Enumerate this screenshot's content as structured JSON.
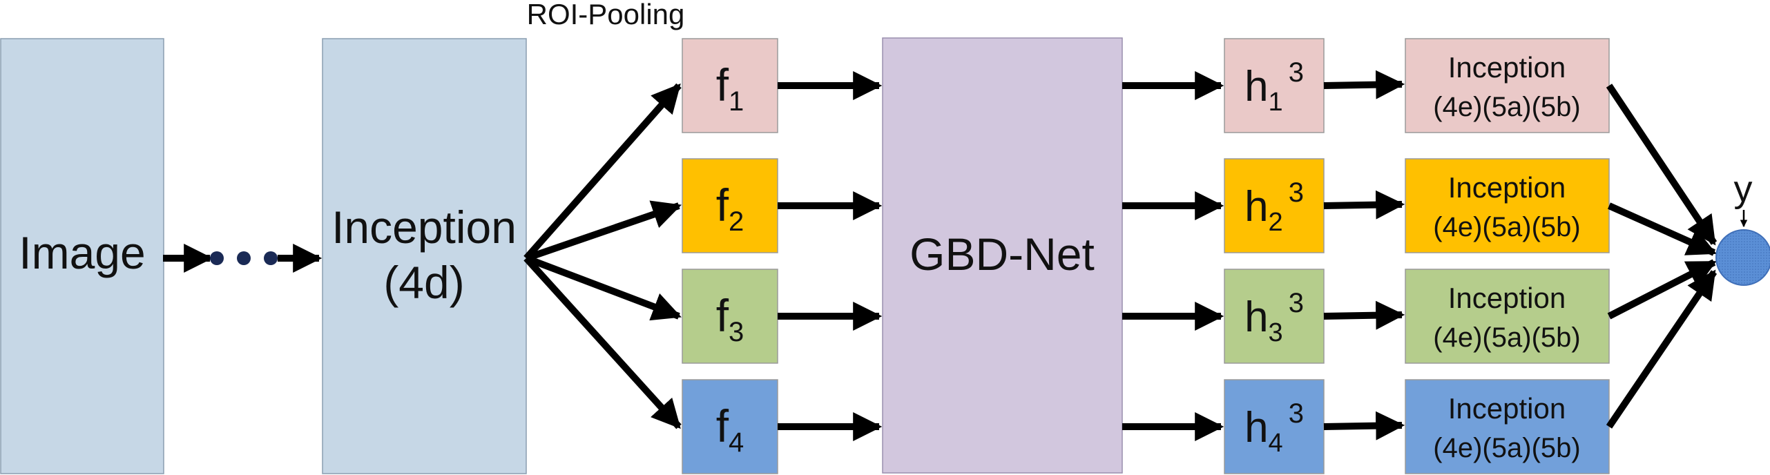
{
  "labels": {
    "image": "Image",
    "inception4d_line1": "Inception",
    "inception4d_line2": "(4d)",
    "roi_pooling": "ROI-Pooling",
    "gbdnet": "GBD-Net",
    "output": "y"
  },
  "branches": [
    {
      "f_letter": "f",
      "f_sub": "1",
      "h_letter": "h",
      "h_sub": "1",
      "h_sup": "3",
      "inc_line1": "Inception",
      "inc_line2": "(4e)(5a)(5b)",
      "color": "#eac9c8"
    },
    {
      "f_letter": "f",
      "f_sub": "2",
      "h_letter": "h",
      "h_sub": "2",
      "h_sup": "3",
      "inc_line1": "Inception",
      "inc_line2": "(4e)(5a)(5b)",
      "color": "#ffc000"
    },
    {
      "f_letter": "f",
      "f_sub": "3",
      "h_letter": "h",
      "h_sub": "3",
      "h_sup": "3",
      "inc_line1": "Inception",
      "inc_line2": "(4e)(5a)(5b)",
      "color": "#b5cd8c"
    },
    {
      "f_letter": "f",
      "f_sub": "4",
      "h_letter": "h",
      "h_sub": "4",
      "h_sup": "3",
      "inc_line1": "Inception",
      "inc_line2": "(4e)(5a)(5b)",
      "color": "#72a0da"
    }
  ],
  "colors": {
    "backbone": "#c6d7e6",
    "gbdnet": "#d2c7de",
    "output_node": "#5b8fd6",
    "arrow": "#000000"
  }
}
